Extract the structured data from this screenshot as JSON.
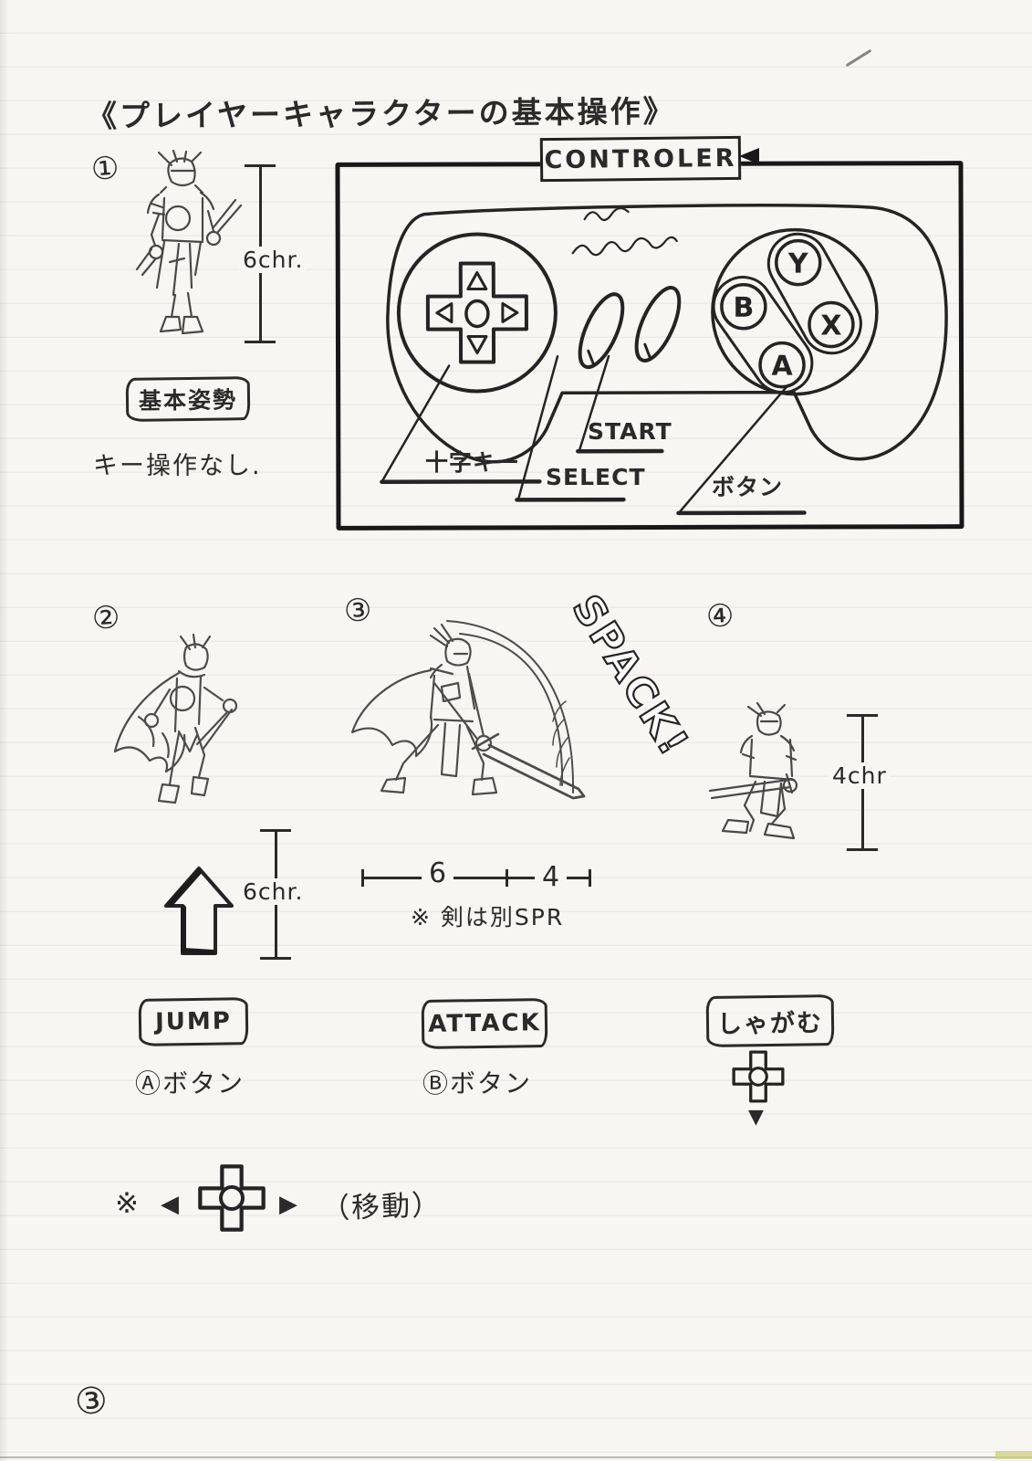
{
  "page": {
    "title": "《プレイヤーキャラクターの基本操作》",
    "page_number": "③"
  },
  "controller": {
    "label": "CONTROLER",
    "dpad_label": "十字キー",
    "select_label": "SELECT",
    "start_label": "START",
    "buttons_label": "ボタン",
    "buttons": {
      "a": "A",
      "b": "B",
      "x": "X",
      "y": "Y"
    }
  },
  "sections": {
    "s1": {
      "number": "①",
      "height_label": "6chr.",
      "pose_label": "基本姿勢",
      "note": "キー操作なし."
    },
    "s2": {
      "number": "②",
      "height_label": "6chr.",
      "action_label": "JUMP",
      "button_note": "Ⓐボタン"
    },
    "s3": {
      "number": "③",
      "sfx": "SPACK!",
      "width_left": "6",
      "width_right": "4",
      "sprite_note": "※ 剣は別SPR",
      "action_label": "ATTACK",
      "button_note": "Ⓑボタン"
    },
    "s4": {
      "number": "④",
      "height_label": "4chr",
      "action_label": "しゃがむ",
      "down_arrow": "▼"
    }
  },
  "footer": {
    "note_marker": "※",
    "left_arrow": "◀",
    "right_arrow": "▶",
    "move_label": "（移動）"
  },
  "colors": {
    "ink": "#2a2a2a",
    "paper": "#f7f6f2"
  }
}
